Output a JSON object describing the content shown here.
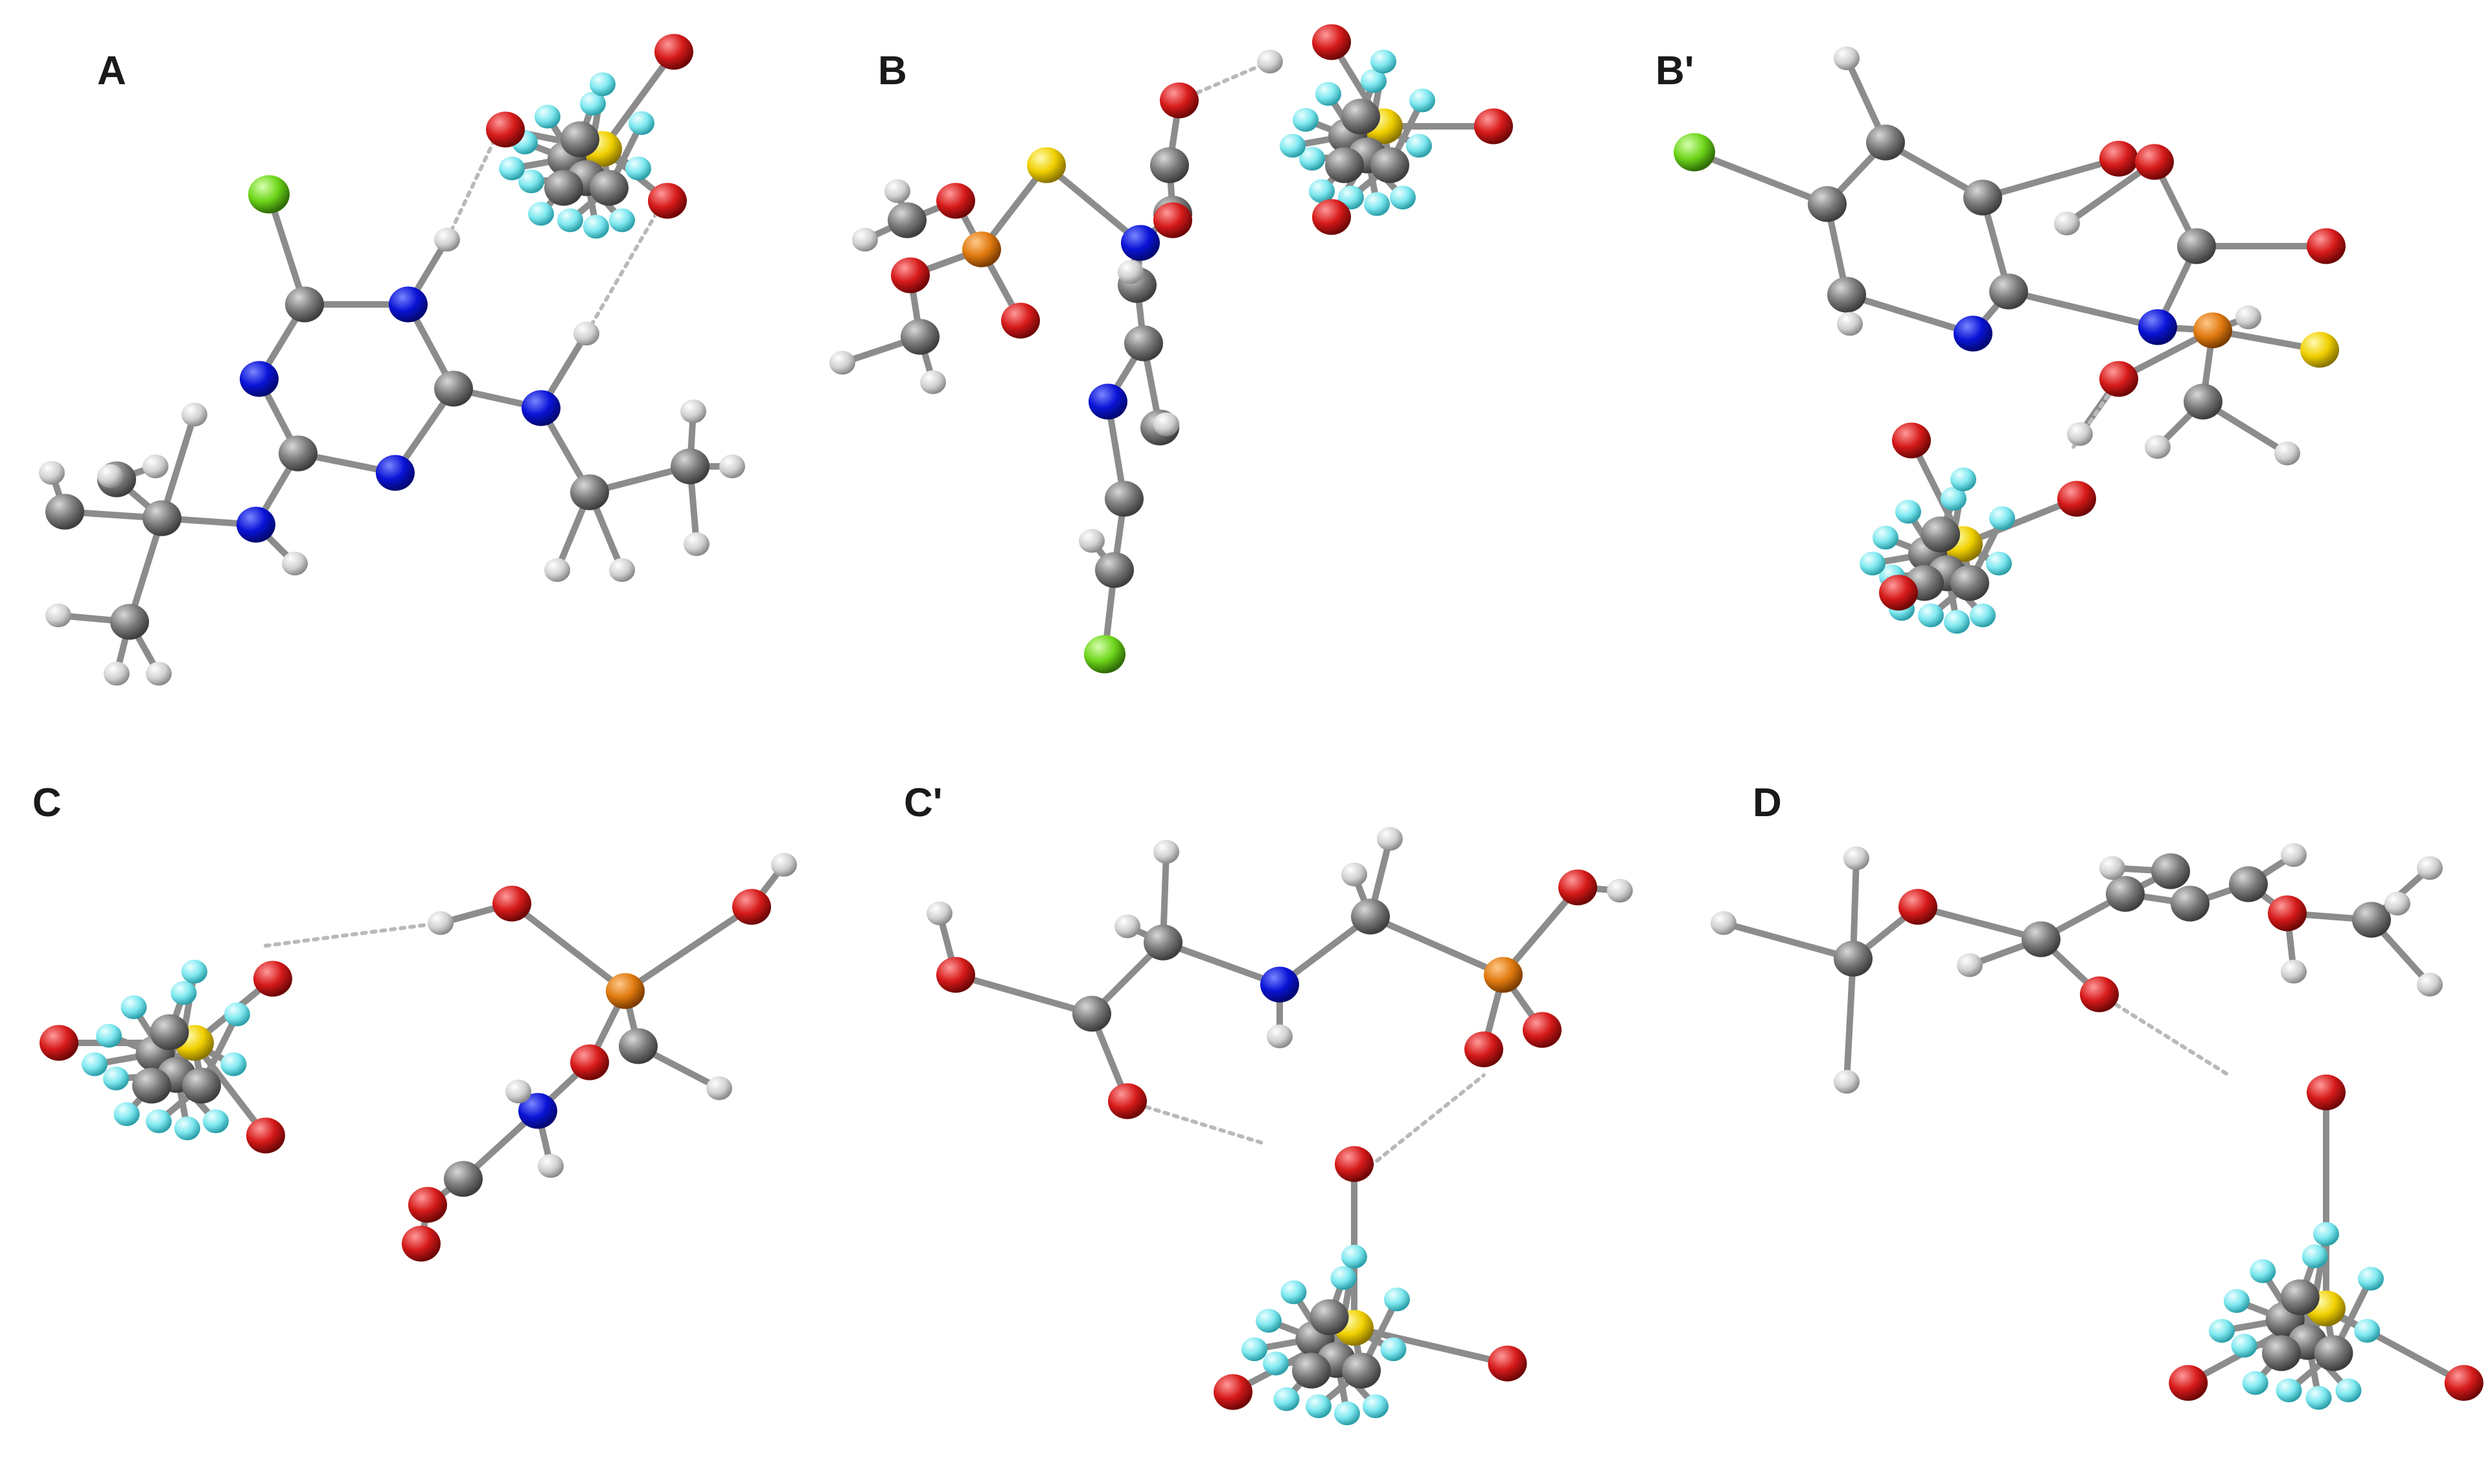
{
  "panels": [
    {
      "id": "A",
      "label": "A"
    },
    {
      "id": "B",
      "label": "B"
    },
    {
      "id": "B2",
      "label": "B'"
    },
    {
      "id": "C",
      "label": "C"
    },
    {
      "id": "C2",
      "label": "C'"
    },
    {
      "id": "D",
      "label": "D"
    }
  ],
  "atom_colors": {
    "C": "#7a7a7a",
    "H": "#d7d7d7",
    "N": "#0a13d6",
    "O": "#d61a1a",
    "S": "#f0d000",
    "P": "#e07a10",
    "Cl": "#6dd61a",
    "F": "#7fe8f0"
  }
}
